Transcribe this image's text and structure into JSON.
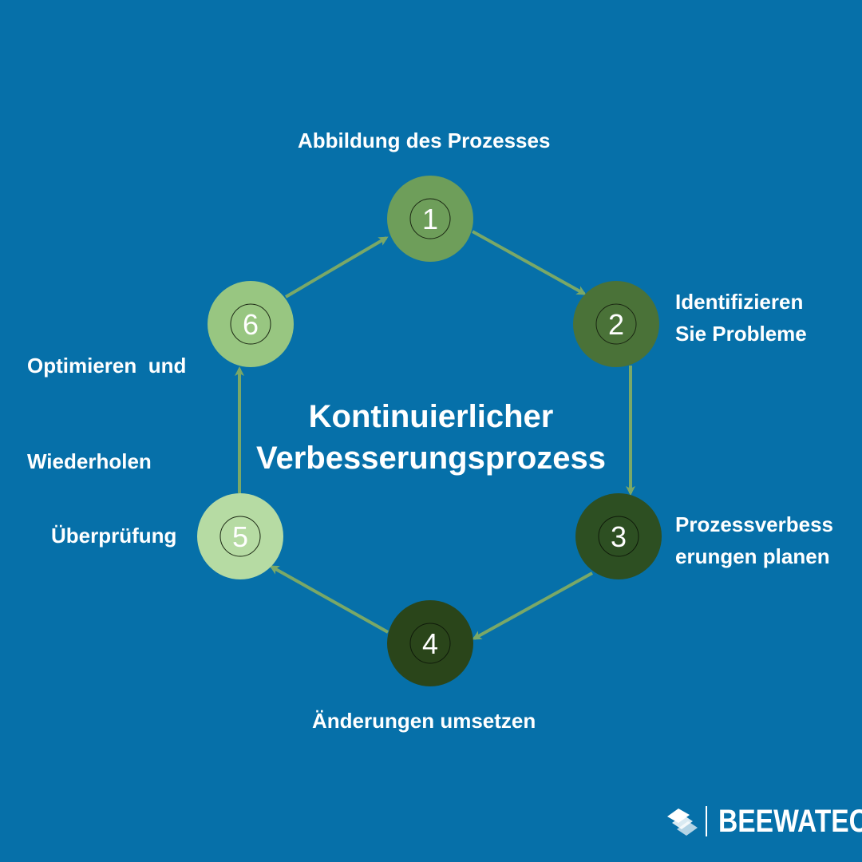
{
  "title": [
    "Kontinuierlicher",
    "Verbesserungsprozess"
  ],
  "steps": [
    {
      "number": "1",
      "label": [
        "Abbildung des Prozesses"
      ],
      "color": "#6e9e5a"
    },
    {
      "number": "2",
      "label": [
        "Identifizieren",
        "Sie Probleme"
      ],
      "color": "#4a7238"
    },
    {
      "number": "3",
      "label": [
        "Prozessverbess",
        "erungen planen"
      ],
      "color": "#2d4f22"
    },
    {
      "number": "4",
      "label": [
        "Änderungen umsetzen"
      ],
      "color": "#2a451a"
    },
    {
      "number": "5",
      "label": [
        "Überprüfung"
      ],
      "color": "#b6dba3"
    },
    {
      "number": "6",
      "label": [
        "Optimieren  und",
        "Wiederholen"
      ],
      "color": "#98c681"
    }
  ],
  "arrow_color": "#7aa867",
  "background_color": "#0670a9",
  "logo": {
    "text": "BEEWATEC",
    "icon": "beewatec-logo-icon"
  }
}
